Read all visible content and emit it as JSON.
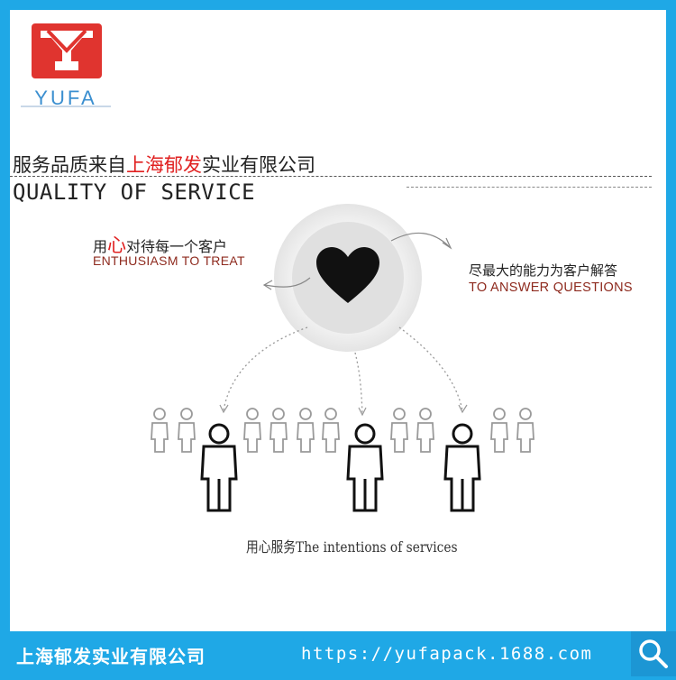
{
  "logo": {
    "brand_text": "YUFA",
    "color": "#e0342f",
    "text_color": "#3b8fd0"
  },
  "header": {
    "title_prefix": "服务品质来自",
    "title_highlight": "上海郁发",
    "title_suffix": "实业有限公司",
    "subtitle_en": "QUALITY OF SERVICE"
  },
  "left_slogan": {
    "cn_prefix": "用",
    "cn_big": "心",
    "cn_suffix": "对待每一个客户",
    "en": "ENTHUSIASM TO TREAT"
  },
  "right_slogan": {
    "cn": "尽最大的能力为客户解答",
    "en": "TO ANSWER QUESTIONS"
  },
  "center_icon": "heart-icon",
  "caption": "用心服务The intentions of services",
  "footer": {
    "company": "上海郁发实业有限公司",
    "url": "https://yufapack.1688.com",
    "search_icon": "search-icon"
  },
  "colors": {
    "frame": "#1fa8e6",
    "highlight_red": "#e02020",
    "english_accent": "#8e2a1e"
  }
}
